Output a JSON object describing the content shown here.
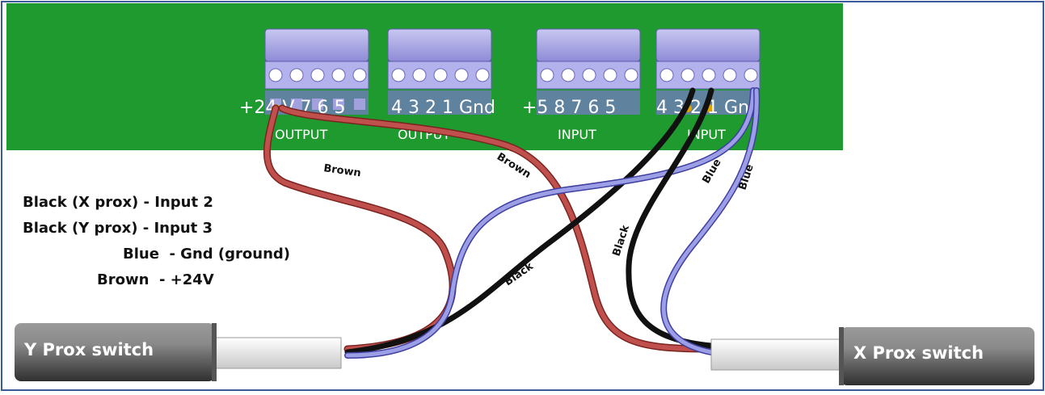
{
  "colors": {
    "board": "#1f9a2e",
    "frame": "#3a5a9a",
    "brown": "#c0504d",
    "black": "#111111",
    "blue": "#9c9ee6",
    "terminal": "#a9a6e6",
    "label_text": "#ffffff"
  },
  "board": {
    "blocks": [
      {
        "pins": "+24 V 7 6 5",
        "section": "OUTPUT"
      },
      {
        "pins": "4 3 2 1 Gnd",
        "section": "OUTPUT"
      },
      {
        "pins": "+5 8 7 6 5",
        "section": "INPUT"
      },
      {
        "pins": "4 3 2 1 Gnd",
        "section": "INPUT"
      }
    ]
  },
  "wires": {
    "brown_left": "Brown",
    "brown_right": "Brown",
    "black_center": "Black",
    "black_right": "Black",
    "blue_a": "Blue",
    "blue_b": "Blue"
  },
  "legend": [
    "Black (X prox) - Input 2",
    "Black (Y prox) - Input 3",
    "Blue  - Gnd (ground)",
    "Brown  - +24V"
  ],
  "switches": {
    "left": "Y Prox switch",
    "right": "X Prox switch"
  }
}
